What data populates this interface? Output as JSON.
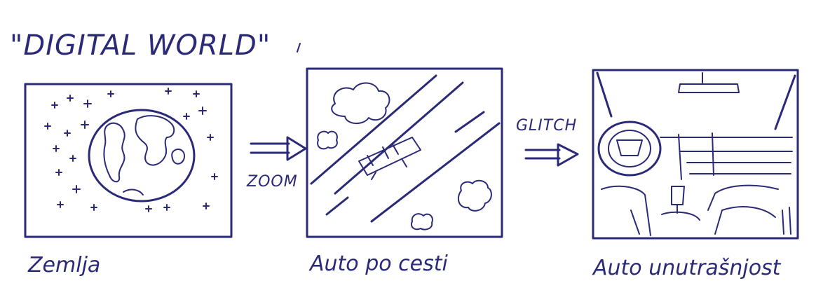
{
  "title": "\"DIGITAL WORLD\"",
  "panels": [
    {
      "caption": "Zemlja"
    },
    {
      "caption": "Auto po cesti"
    },
    {
      "caption": "Auto unutrašnjost"
    }
  ],
  "transitions": [
    {
      "label": "ZOOM"
    },
    {
      "label": "GLITCH"
    }
  ],
  "ink_color": "#2b2a78"
}
